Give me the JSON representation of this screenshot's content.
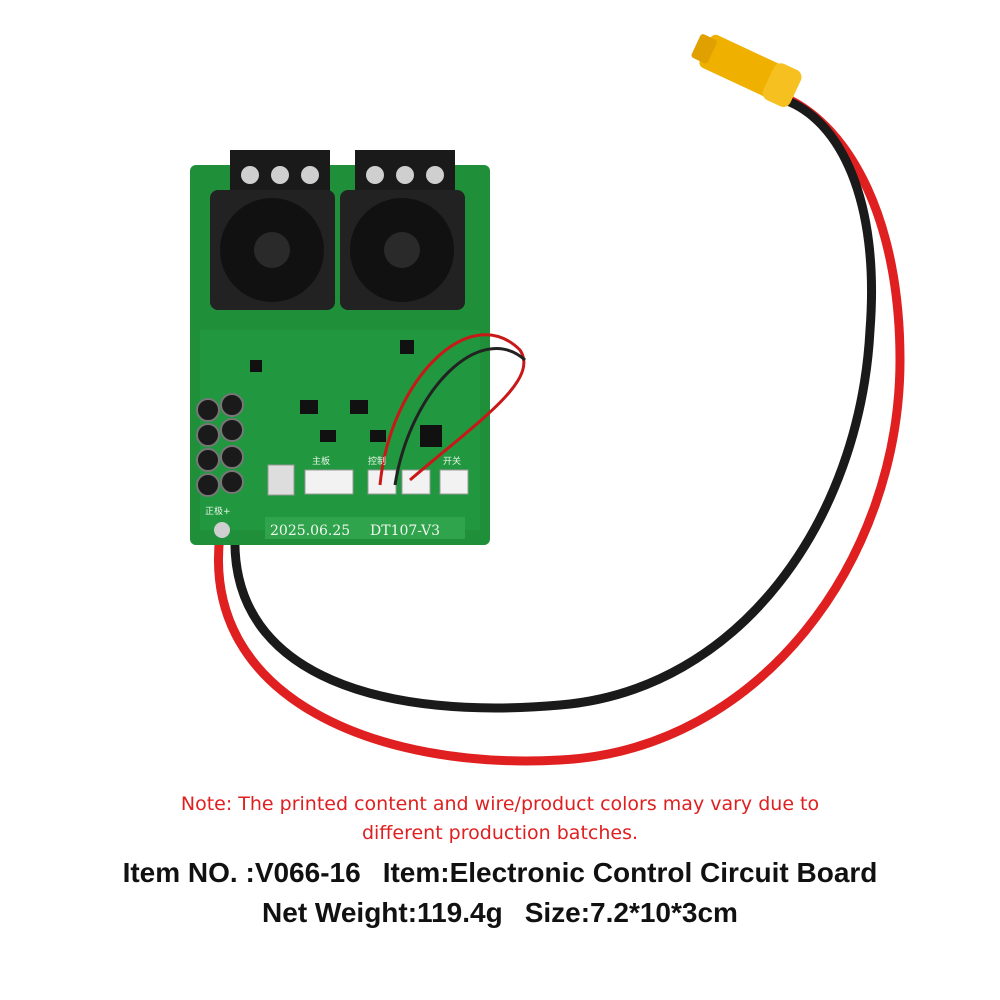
{
  "board": {
    "date_code": "2025.06.25",
    "model_code": "DT107-V3",
    "polarity_label": "正极+",
    "connector_labels": [
      "控制",
      "主板",
      "开关"
    ]
  },
  "note": {
    "line1": "Note: The printed content and wire/product colors may vary due to",
    "line2": "different production batches."
  },
  "info": {
    "item_no": "Item NO. :V066-16",
    "item": "Item:Electronic Control Circuit Board",
    "net_weight": "Net Weight:119.4g",
    "size": "Size:7.2*10*3cm"
  },
  "colors": {
    "pcb": "#1f8f3a",
    "wire_red": "#e02020",
    "wire_black": "#1a1a1a",
    "connector": "#f0b000",
    "note_text": "#e02020"
  }
}
